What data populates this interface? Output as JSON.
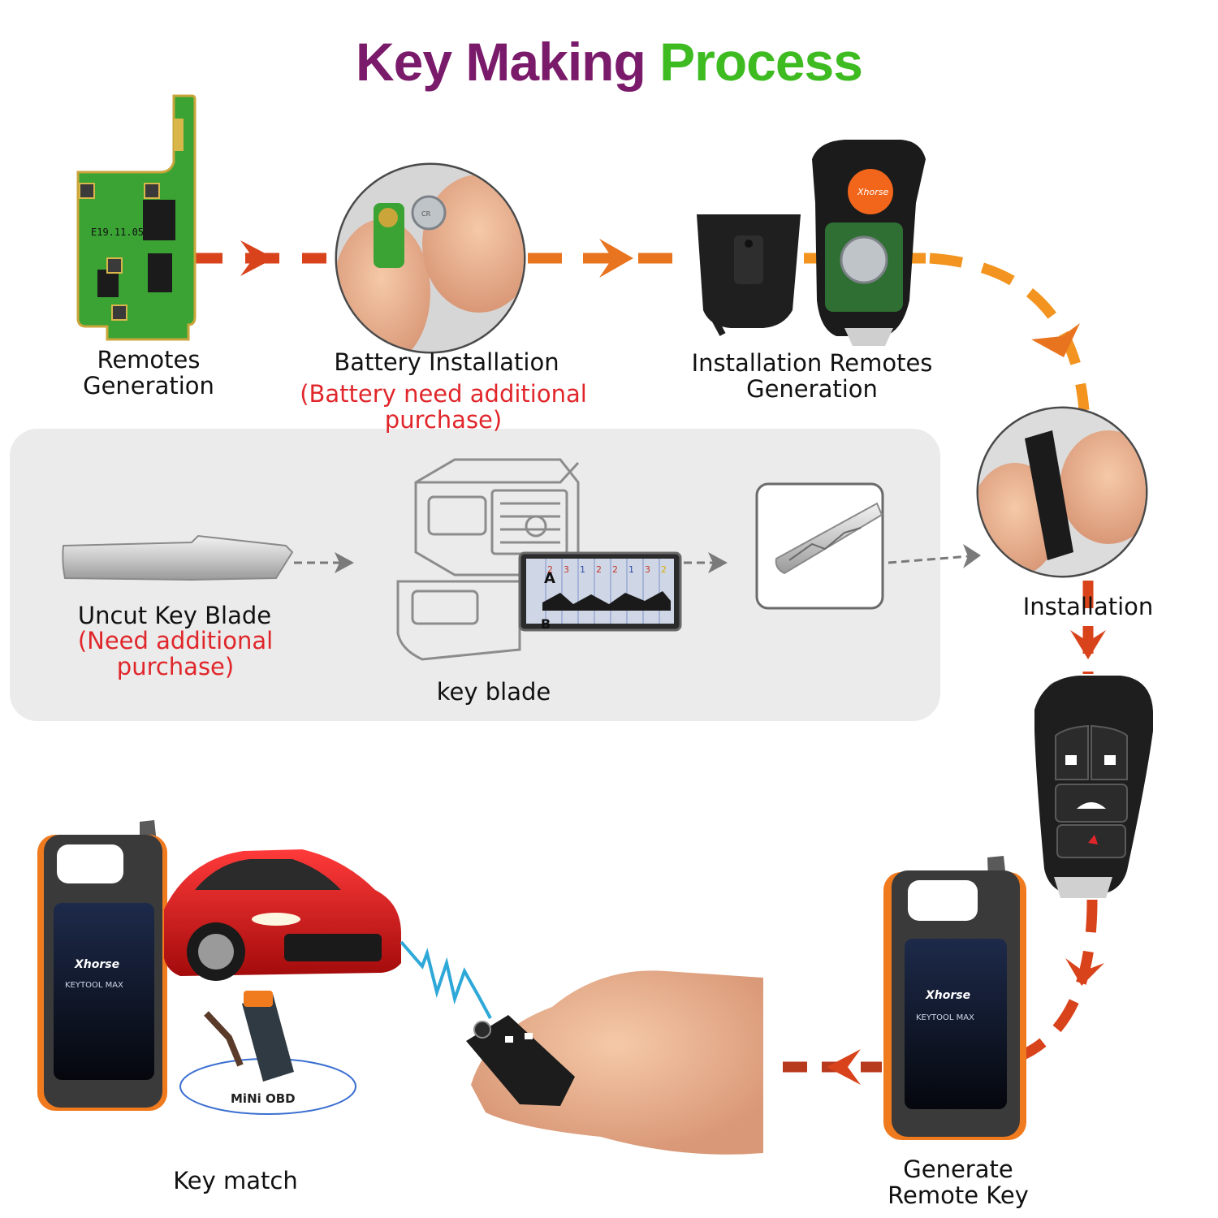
{
  "title": {
    "part1": "Key Making ",
    "part2": "Process"
  },
  "steps": {
    "remotes_generation": "Remotes\nGeneration",
    "battery_installation": "Battery Installation",
    "battery_note": "(Battery need additional purchase)",
    "installation_remotes": "Installation Remotes\nGeneration",
    "installation": "Installation",
    "uncut_blade": "Uncut Key  Blade",
    "uncut_note": "(Need additional purchase)",
    "key_blade": "key blade",
    "generate_remote": "Generate\nRemote Key",
    "key_match": "Key match"
  },
  "device": {
    "brand": "Xhorse",
    "model": "KEYTOOL MAX",
    "obd_label": "MiNi OBD",
    "remote_brand": "Xhorse",
    "pcb_code": "E19.11.05",
    "battery_code": "CR"
  },
  "cut_chart": {
    "depths": [
      "2",
      "3",
      "1",
      "2",
      "2",
      "1",
      "3",
      "2"
    ],
    "side_a": "A",
    "side_b": "B"
  },
  "colors": {
    "title_purple": "#7a1a6b",
    "title_green": "#3dbb21",
    "arrow_red": "#d8431b",
    "arrow_orange": "#f2941f",
    "note_red": "#e0262a",
    "signal_blue": "#2ea8d8"
  }
}
